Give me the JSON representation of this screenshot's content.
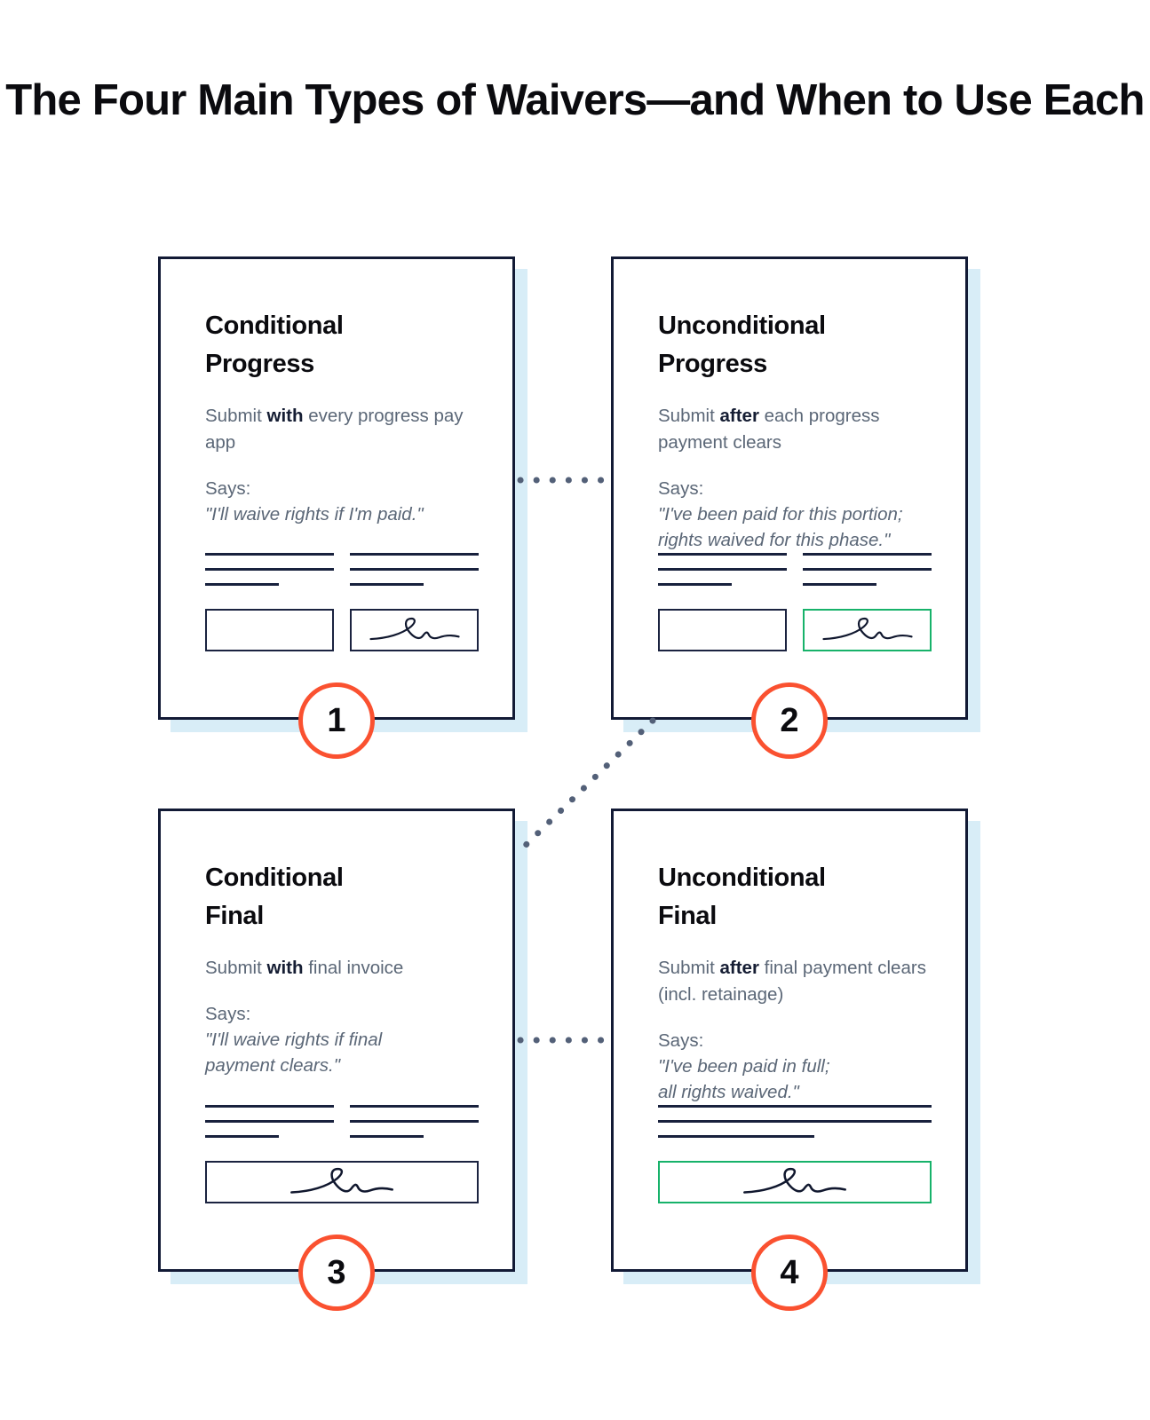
{
  "title": "The Four Main Types of Waivers—and When to Use Each",
  "colors": {
    "accent_badge": "#fa5130",
    "card_border": "#121a35",
    "card_shadow": "#d8edf7",
    "signed_box": "#17b26a",
    "body_text": "#5b6777",
    "heading_text": "#0b0b0f",
    "dotted_connector": "#536078"
  },
  "cards": [
    {
      "number": "1",
      "title": "Conditional\nProgress",
      "submit_prefix": "Submit ",
      "submit_bold": "with",
      "submit_suffix": " every progress pay app",
      "says_label": "Says:",
      "says_quote": "\"I'll waive rights if I'm paid.\"",
      "signature_layout": "two-box",
      "signature_signed": false,
      "signature_highlight": false
    },
    {
      "number": "2",
      "title": "Unconditional\nProgress",
      "submit_prefix": "Submit ",
      "submit_bold": "after",
      "submit_suffix": " each progress payment clears",
      "says_label": "Says:",
      "says_quote": "\"I've been paid for this portion;\nrights waived for this phase.\"",
      "signature_layout": "two-box",
      "signature_signed": true,
      "signature_highlight": true
    },
    {
      "number": "3",
      "title": "Conditional\nFinal",
      "submit_prefix": "Submit ",
      "submit_bold": "with",
      "submit_suffix": " final invoice",
      "says_label": "Says:",
      "says_quote": "\"I'll waive rights if final\npayment clears.\"",
      "signature_layout": "wide-box",
      "signature_signed": true,
      "signature_highlight": false
    },
    {
      "number": "4",
      "title": "Unconditional\nFinal",
      "submit_prefix": "Submit ",
      "submit_bold": "after",
      "submit_suffix": " final payment clears (incl. retainage)",
      "says_label": "Says:",
      "says_quote": "\"I've been paid in full;\nall rights waived.\"",
      "signature_layout": "wide-box-full",
      "signature_signed": true,
      "signature_highlight": true
    }
  ],
  "connectors": [
    {
      "name": "card1-to-card2",
      "style": "dotted-horizontal"
    },
    {
      "name": "card2-to-card3",
      "style": "dotted-diagonal"
    },
    {
      "name": "card3-to-card4",
      "style": "dotted-horizontal"
    }
  ]
}
